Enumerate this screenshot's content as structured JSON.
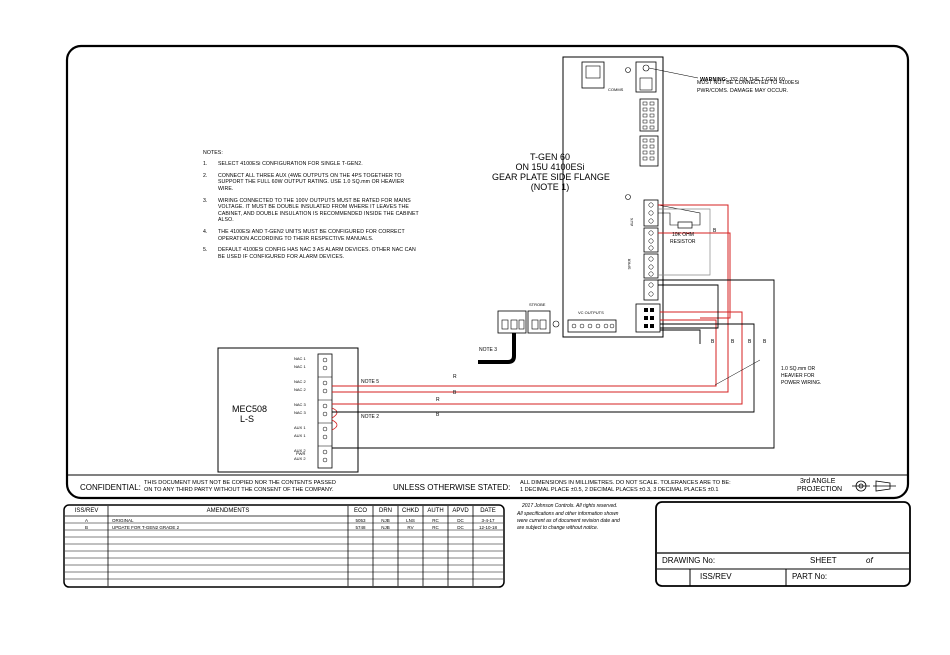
{
  "title_block": {
    "line1": "T-GEN 60",
    "line2": "ON 15U 4100ESi",
    "line3": "GEAR PLATE SIDE FLANGE",
    "line4": "(NOTE 1)"
  },
  "notes": {
    "heading": "NOTES:",
    "items": [
      {
        "num": "1.",
        "lines": [
          "SELECT 4100ESi CONFIGURATION FOR SINGLE T-GEN2."
        ]
      },
      {
        "num": "2.",
        "lines": [
          "CONNECT ALL THREE AUX (4WE OUTPUTS ON THE 4PS TOGETHER TO",
          "SUPPORT THE FULL 60W OUTPUT RATING. USE 1.0 SQ.mm OR HEAVIER",
          "WIRE."
        ]
      },
      {
        "num": "3.",
        "lines": [
          "WIRING CONNECTED TO THE 100V OUTPUTS MUST BE RATED FOR MAINS",
          "VOLTAGE. IT MUST BE DOUBLE INSULATED FROM WHERE IT LEAVES THE",
          "CABINET, AND DOUBLE INSULATION IS RECOMMENDED INSIDE THE CABINET",
          "ALSO."
        ]
      },
      {
        "num": "4.",
        "lines": [
          "THE 4100ESi AND T-GEN2 UNITS MUST BE CONFIGURED FOR CORRECT",
          "OPERATION ACCORDING TO THEIR RESPECTIVE MANUALS."
        ]
      },
      {
        "num": "5.",
        "lines": [
          "DEFAULT 4100ESi CONFIG HAS NAC 3 AS ALARM DEVICES. OTHER NAC CAN",
          "BE USED IF CONFIGURED FOR ALARM DEVICES."
        ]
      }
    ]
  },
  "warning": {
    "head": "WARNING:",
    "line1": " J32 ON THE T-GEN 60",
    "line2": "MUST NOT BE CONNECTED TO 4100ESi",
    "line3": "PWR/COMS. DAMAGE MAY OCCUR."
  },
  "labels": {
    "resistor": "10K OHM",
    "resistor2": "RESISTOR",
    "mec_line1": "MEC508",
    "mec_line2": "L-S",
    "note3": "NOTE 3",
    "note5": "NOTE 5",
    "note2": "NOTE 2",
    "wire_note1": "1.0 SQ.mm OR",
    "wire_note2": "HEAVIER FOR",
    "wire_note3": "POWER WIRING.",
    "r": "R",
    "b": "B",
    "strobe": "STROBE",
    "vc_outputs": "VC OUTPUTS",
    "comms_label": "COMMS",
    "aux": "AUX",
    "spkr": "SPKR"
  },
  "mec_terminals": [
    "NAC 1",
    "NAC 1",
    "NAC 2",
    "NAC 2",
    "NAC 3",
    "NAC 3",
    "AUX 1",
    "AUX 1",
    "AUX 2",
    "AUX 2",
    "AUX 3",
    "AUX 3",
    "PWR"
  ],
  "footer": {
    "confidential_label": "CONFIDENTIAL:",
    "confidential_text1": "THIS DOCUMENT MUST NOT BE COPIED NOR THE CONTENTS PASSED",
    "confidential_text2": "ON TO ANY THIRD PARTY WITHOUT THE CONSENT OF THE COMPANY.",
    "unless": "UNLESS OTHERWISE STATED:",
    "dims1": "ALL DIMENSIONS IN MILLIMETRES. DO NOT SCALE. TOLERANCES ARE TO BE:",
    "dims2": "1 DECIMAL PLACE ±0.5, 2 DECIMAL PLACES ±0.3, 3 DECIMAL PLACES ±0.1",
    "projection1": "3rd ANGLE",
    "projection2": "PROJECTION"
  },
  "amendments": {
    "headers": [
      "ISS/REV",
      "AMENDMENTS",
      "ECO",
      "DRN",
      "CHKD",
      "AUTH",
      "APVD",
      "DATE"
    ],
    "rows": [
      [
        "A",
        "ORIGINAL",
        "5053",
        "NJB",
        "LNS",
        "RC",
        "DC",
        "3-4-17"
      ],
      [
        "B",
        "UPDATE FOR T-GEN2 GRADE 2",
        "5748",
        "NJB",
        "RV",
        "RC",
        "DC",
        "12-10-18"
      ]
    ]
  },
  "copyright": {
    "line1": "2017 Johnson Controls. All rights reserved.",
    "line2": "All specifications and other information shown",
    "line3": "were current as of document revision date and",
    "line4": "are subject to change without notice."
  },
  "drawing_block": {
    "drawing_no": "DRAWING No:",
    "sheet": "SHEET",
    "of": "of",
    "iss_rev": "ISS/REV",
    "part_no": "PART No:"
  },
  "colors": {
    "red_wire": "#d42020",
    "black_wire": "#000000",
    "frame": "#000000"
  }
}
